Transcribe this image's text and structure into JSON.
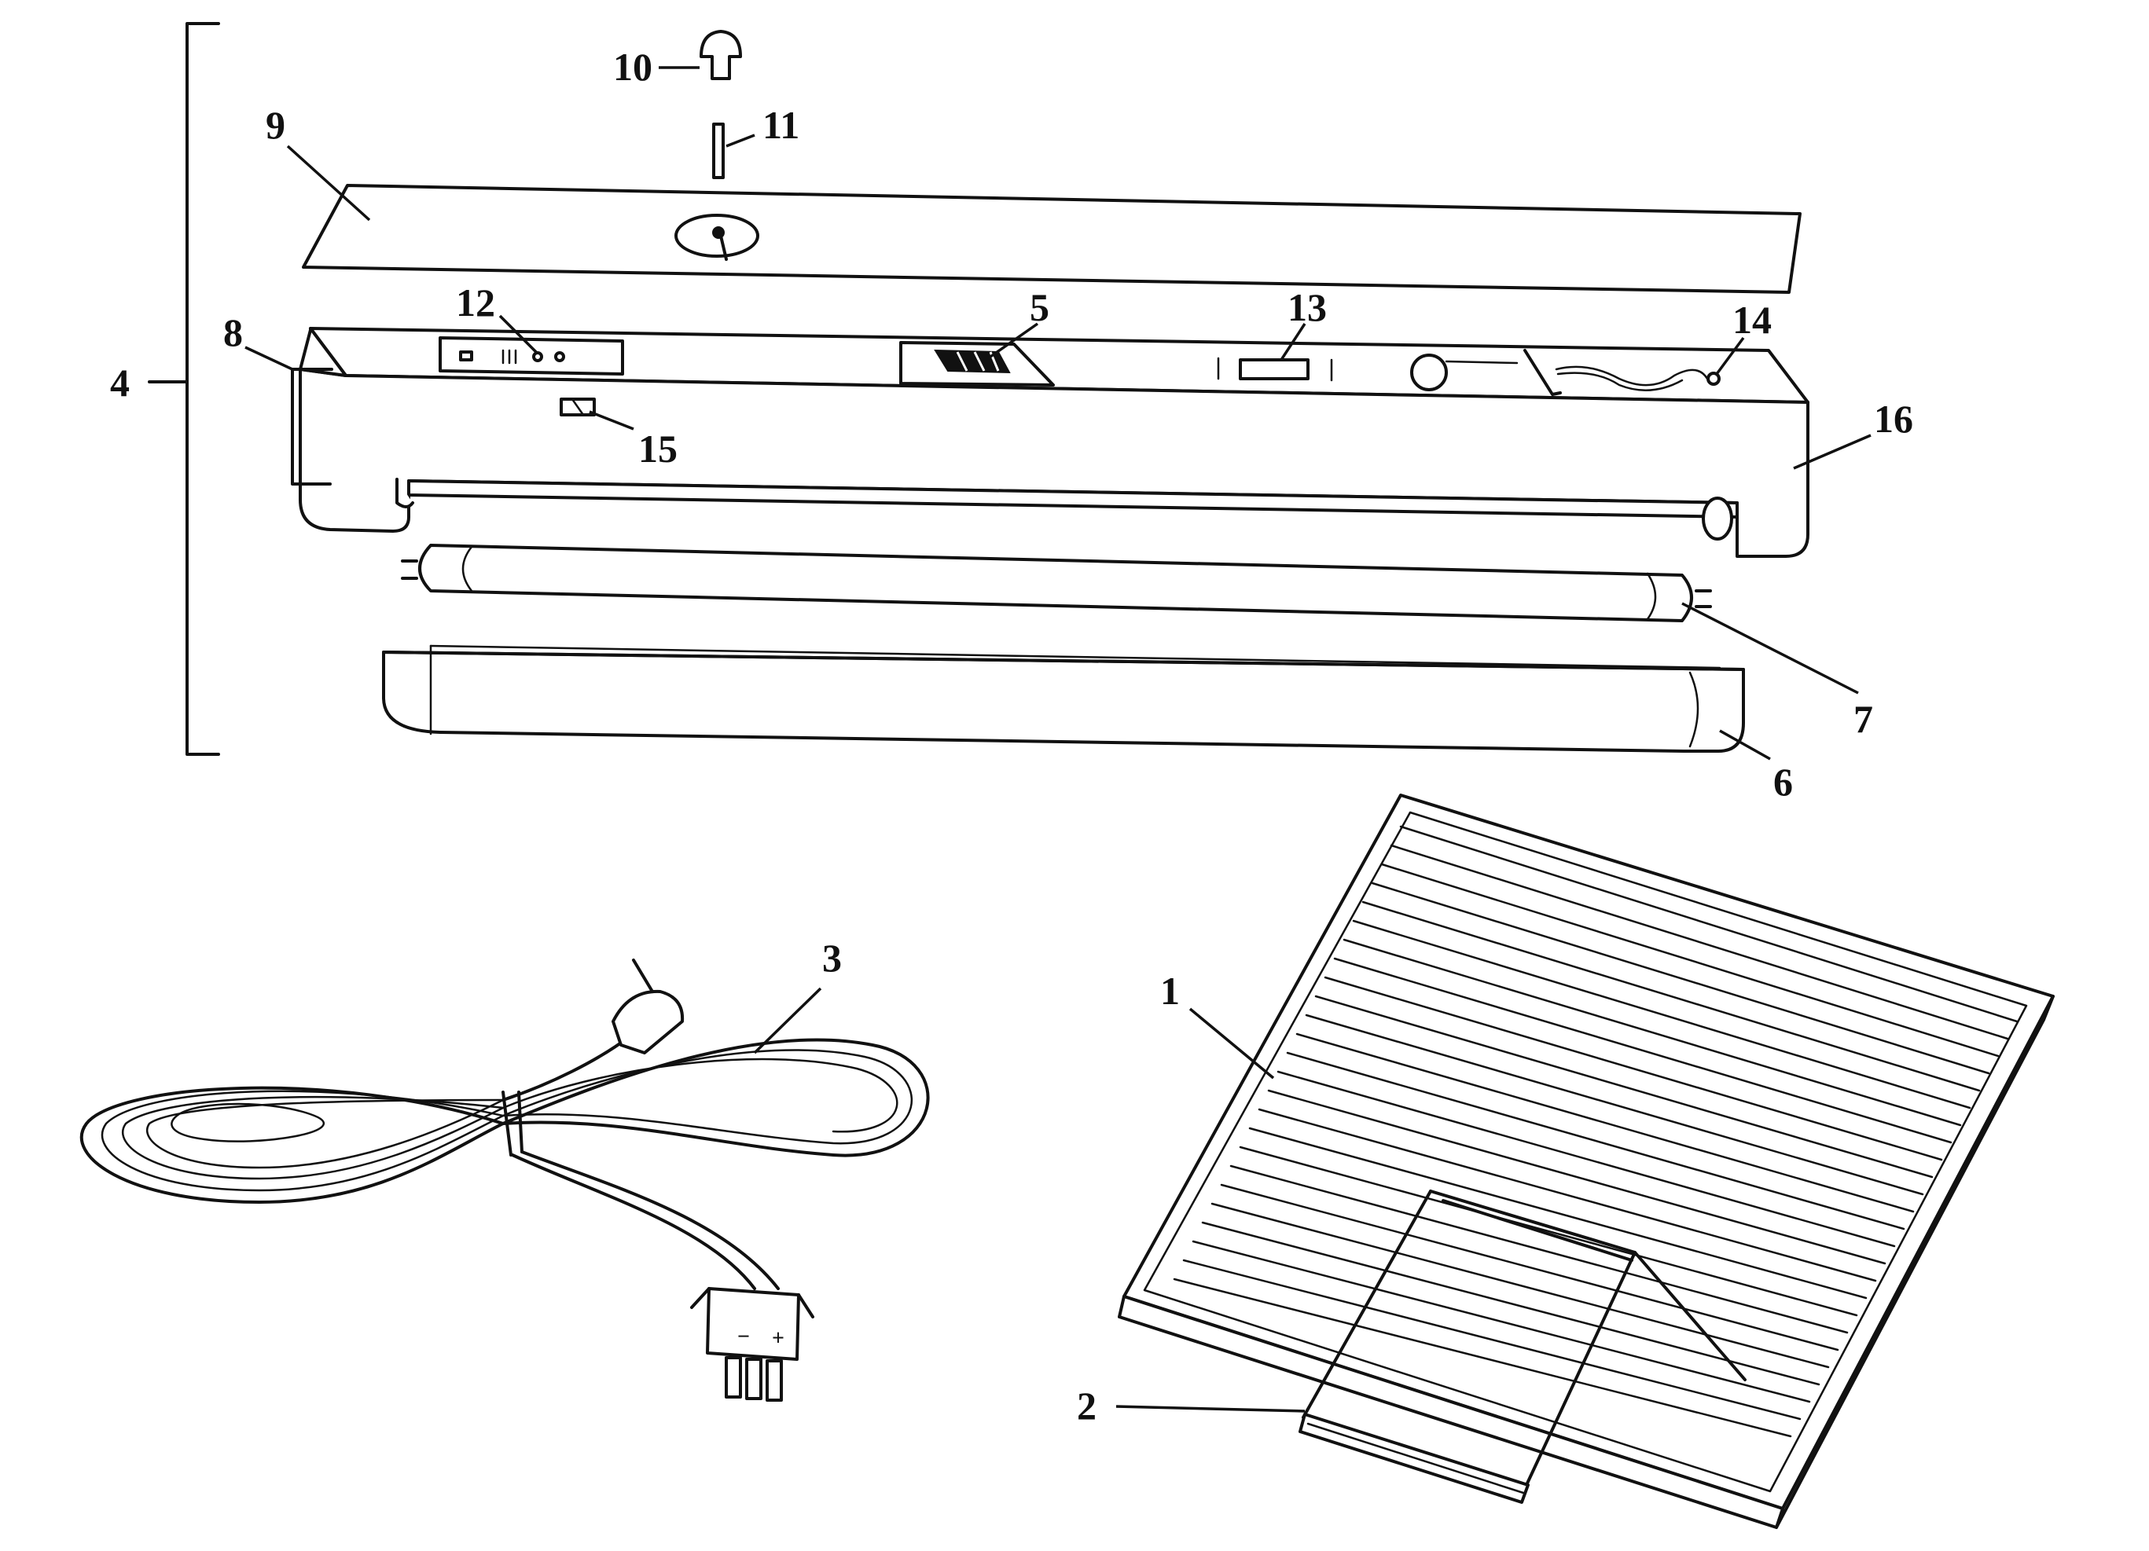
{
  "diagram": {
    "callouts": {
      "c1": "1",
      "c2": "2",
      "c3": "3",
      "c4": "4",
      "c5": "5",
      "c6": "6",
      "c7": "7",
      "c8": "8",
      "c9": "9",
      "c10": "10",
      "c11": "11",
      "c12": "12",
      "c13": "13",
      "c14": "14",
      "c15": "15",
      "c16": "16"
    },
    "connector_marks": {
      "minus": "−",
      "plus": "+"
    }
  }
}
